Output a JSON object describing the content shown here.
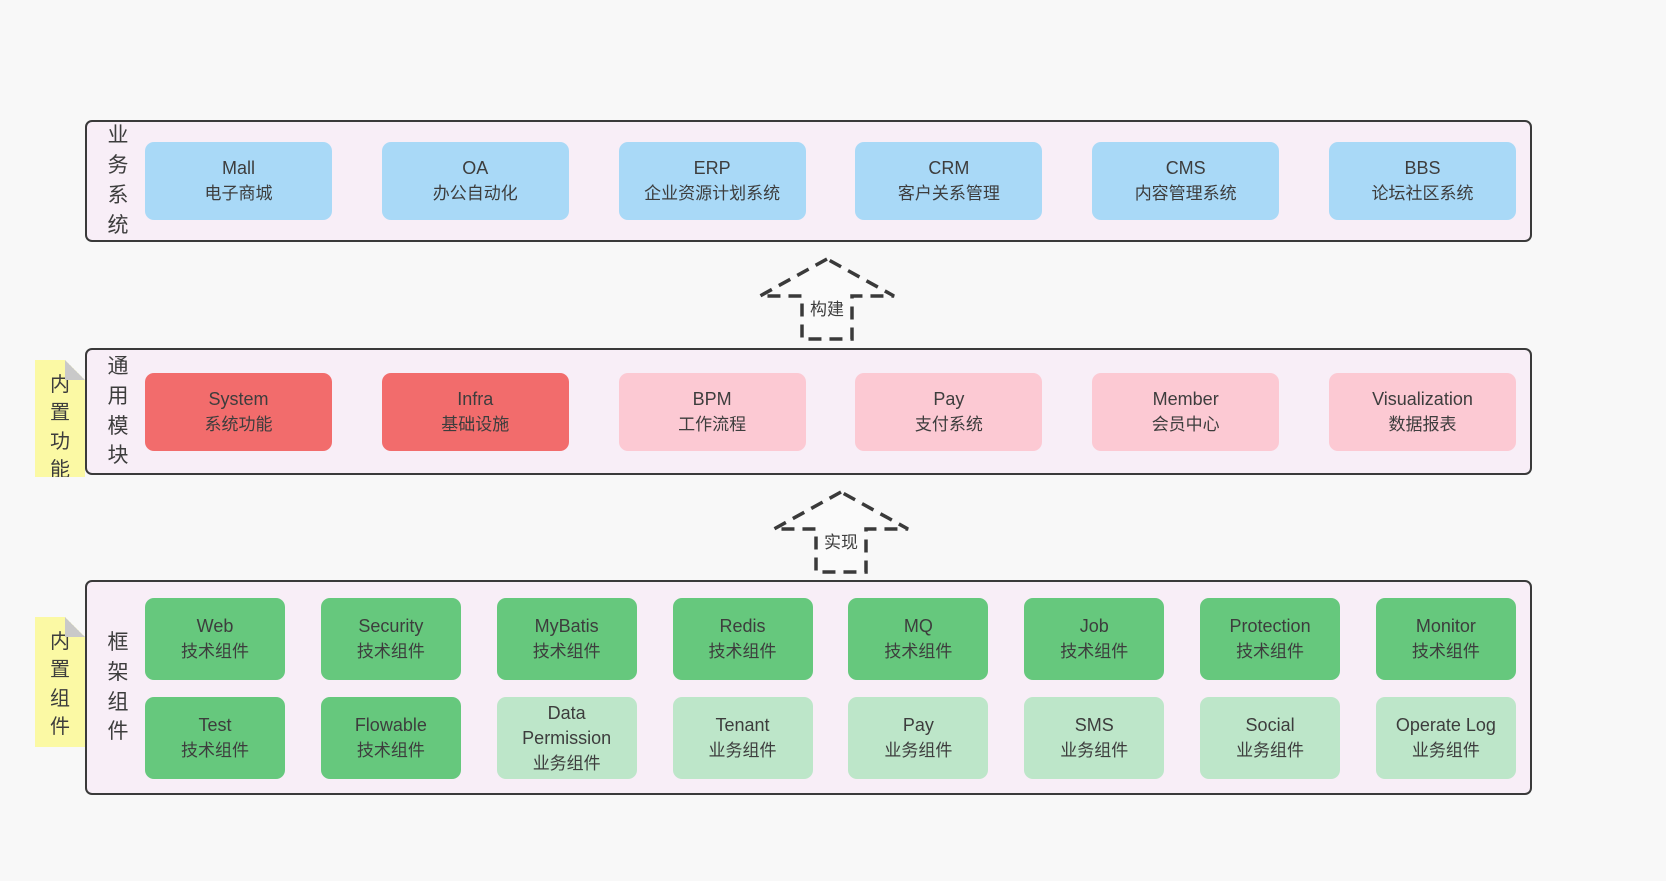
{
  "colors": {
    "page_bg": "#f8f8f8",
    "panel_bg": "#f8eef7",
    "panel_border": "#3a3a3a",
    "blue": "#a9d9f7",
    "red": "#f26c6c",
    "pink": "#fcc9d3",
    "green": "#66c87d",
    "light_green": "#bde6c9",
    "note_yellow": "#fbf9a4",
    "note_fold_gray": "#c9c9c9",
    "text": "#3d3d3d"
  },
  "arrows": [
    {
      "label": "构建"
    },
    {
      "label": "实现"
    }
  ],
  "sections": {
    "business": {
      "label": "业务系统",
      "items": [
        {
          "title": "Mall",
          "subtitle": "电子商城"
        },
        {
          "title": "OA",
          "subtitle": "办公自动化"
        },
        {
          "title": "ERP",
          "subtitle": "企业资源计划系统"
        },
        {
          "title": "CRM",
          "subtitle": "客户关系管理"
        },
        {
          "title": "CMS",
          "subtitle": "内容管理系统"
        },
        {
          "title": "BBS",
          "subtitle": "论坛社区系统"
        }
      ]
    },
    "modules": {
      "label": "通用模块",
      "note": "内置功能",
      "items": [
        {
          "title": "System",
          "subtitle": "系统功能"
        },
        {
          "title": "Infra",
          "subtitle": "基础设施"
        },
        {
          "title": "BPM",
          "subtitle": "工作流程"
        },
        {
          "title": "Pay",
          "subtitle": "支付系统"
        },
        {
          "title": "Member",
          "subtitle": "会员中心"
        },
        {
          "title": "Visualization",
          "subtitle": "数据报表"
        }
      ]
    },
    "components": {
      "label": "框架组件",
      "note": "内置组件",
      "row1": [
        {
          "title": "Web",
          "subtitle": "技术组件"
        },
        {
          "title": "Security",
          "subtitle": "技术组件"
        },
        {
          "title": "MyBatis",
          "subtitle": "技术组件"
        },
        {
          "title": "Redis",
          "subtitle": "技术组件"
        },
        {
          "title": "MQ",
          "subtitle": "技术组件"
        },
        {
          "title": "Job",
          "subtitle": "技术组件"
        },
        {
          "title": "Protection",
          "subtitle": "技术组件"
        },
        {
          "title": "Monitor",
          "subtitle": "技术组件"
        }
      ],
      "row2": [
        {
          "title": "Test",
          "subtitle": "技术组件"
        },
        {
          "title": "Flowable",
          "subtitle": "技术组件"
        },
        {
          "title": "Data Permission",
          "subtitle": "业务组件"
        },
        {
          "title": "Tenant",
          "subtitle": "业务组件"
        },
        {
          "title": "Pay",
          "subtitle": "业务组件"
        },
        {
          "title": "SMS",
          "subtitle": "业务组件"
        },
        {
          "title": "Social",
          "subtitle": "业务组件"
        },
        {
          "title": "Operate Log",
          "subtitle": "业务组件"
        }
      ]
    }
  }
}
